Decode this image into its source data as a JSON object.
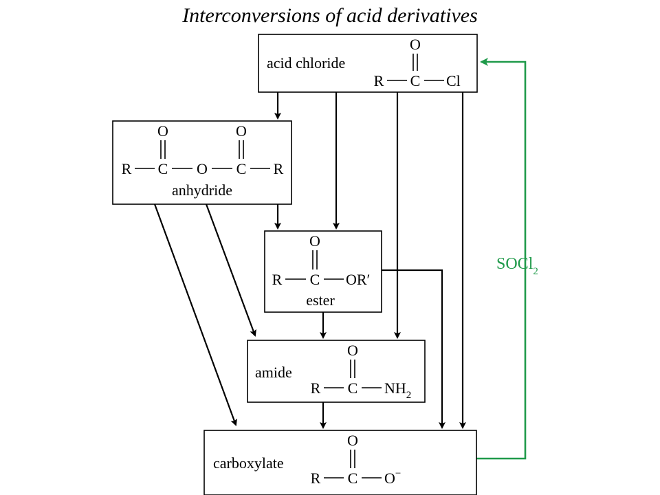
{
  "title": "Interconversions of acid derivatives",
  "colors": {
    "title": "#c0185e",
    "reagent": "#1f9a4a",
    "arrows": "#000000"
  },
  "nodes": {
    "acid_chloride": {
      "label": "acid chloride",
      "atoms": {
        "o": "O",
        "r": "R",
        "c": "C",
        "x": "Cl"
      }
    },
    "anhydride": {
      "label": "anhydride",
      "atoms": {
        "o": "O",
        "r": "R",
        "c": "C",
        "bridge": "O"
      }
    },
    "ester": {
      "label": "ester",
      "atoms": {
        "o": "O",
        "r": "R",
        "c": "C",
        "x": "OR′"
      }
    },
    "amide": {
      "label": "amide",
      "atoms": {
        "o": "O",
        "r": "R",
        "c": "C",
        "nh": "NH",
        "nh_sub": "2"
      }
    },
    "carboxylate": {
      "label": "carboxylate",
      "atoms": {
        "o": "O",
        "r": "R",
        "c": "C",
        "x": "O",
        "x_sup": "−"
      }
    }
  },
  "reagent": {
    "base": "SOCl",
    "sub": "2"
  }
}
